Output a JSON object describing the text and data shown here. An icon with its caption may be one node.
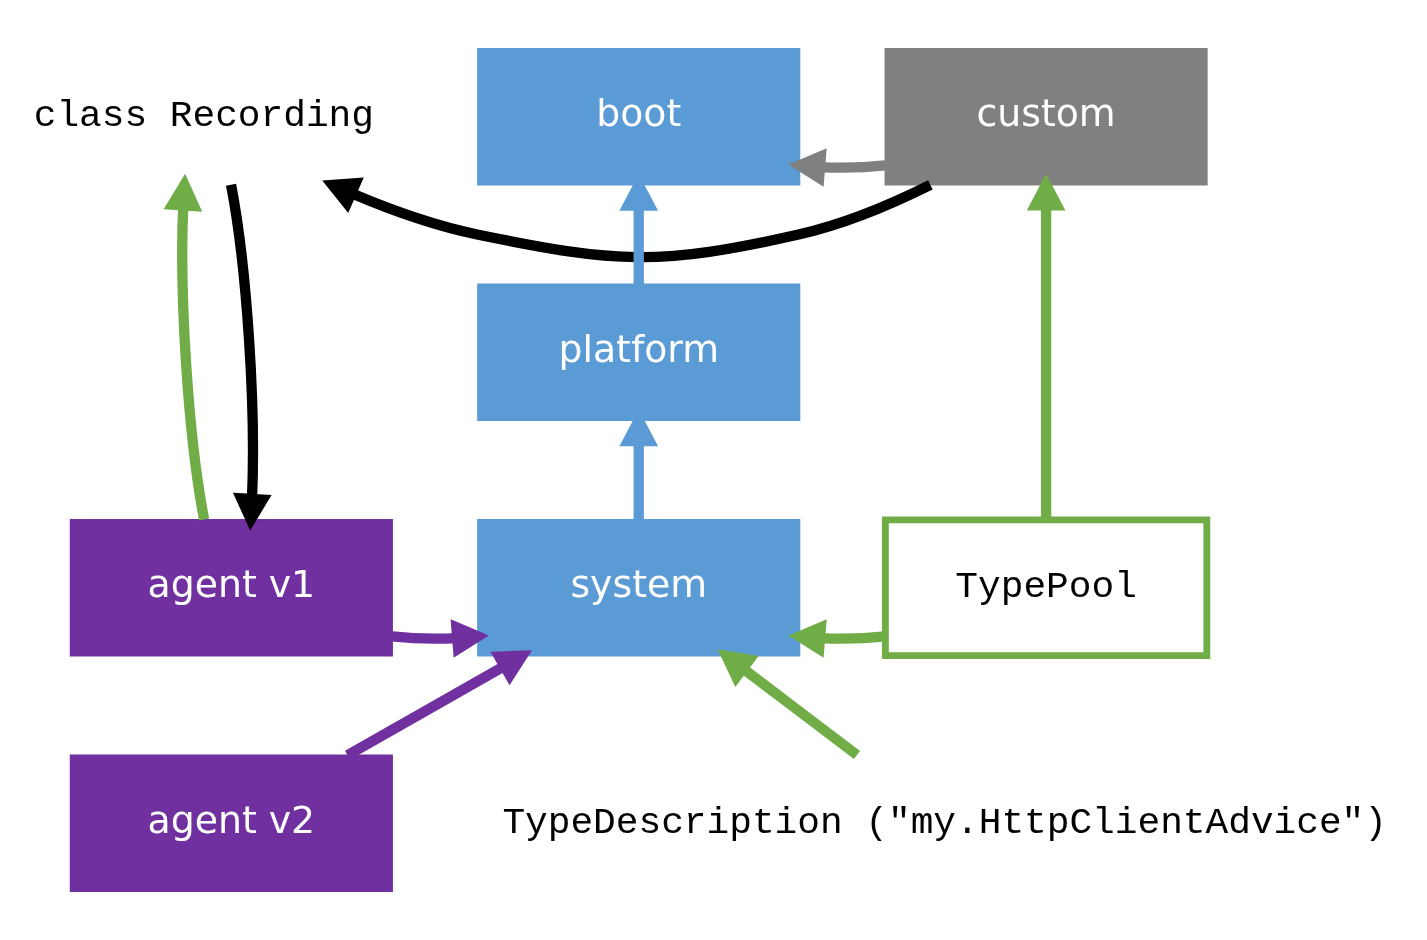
{
  "diagram": {
    "nodes": [
      {
        "text": [
          "class Recording"
        ]
      },
      {
        "text": [
          "boot"
        ]
      },
      {
        "text": [
          "custom"
        ]
      },
      {
        "text": [
          "platform"
        ]
      },
      {
        "text": [
          "agent v1"
        ]
      },
      {
        "text": [
          "system"
        ]
      },
      {
        "text": [
          "TypePool"
        ]
      },
      {
        "text": [
          "agent v2"
        ]
      },
      {
        "text": [
          "TypeDescription (\"my.HttpClientAdvice\")"
        ]
      }
    ],
    "edges": [
      {
        "from": 2,
        "to": 0,
        "arrow": "to",
        "color": "#000000"
      },
      {
        "from": 2,
        "to": 1,
        "arrow": "to",
        "color": "#808080"
      },
      {
        "from": 3,
        "to": 1,
        "arrow": "to",
        "color": "#5b9bd5"
      },
      {
        "from": 5,
        "to": 3,
        "arrow": "to",
        "color": "#5b9bd5"
      },
      {
        "from": 4,
        "to": 0,
        "arrow": "to"
      },
      {
        "from": 0,
        "to": 4,
        "arrow": "to",
        "color": "#000000"
      },
      {
        "from": 4,
        "to": 5,
        "arrow": "to",
        "color": "#7030a0"
      },
      {
        "from": 7,
        "to": 5,
        "arrow": "to",
        "color": "#7030a0"
      },
      {
        "from": 6,
        "to": 5,
        "arrow": "to"
      },
      {
        "from": 6,
        "to": 2,
        "arrow": "to"
      },
      {
        "from": 8,
        "to": 5,
        "arrow": "to"
      }
    ]
  }
}
